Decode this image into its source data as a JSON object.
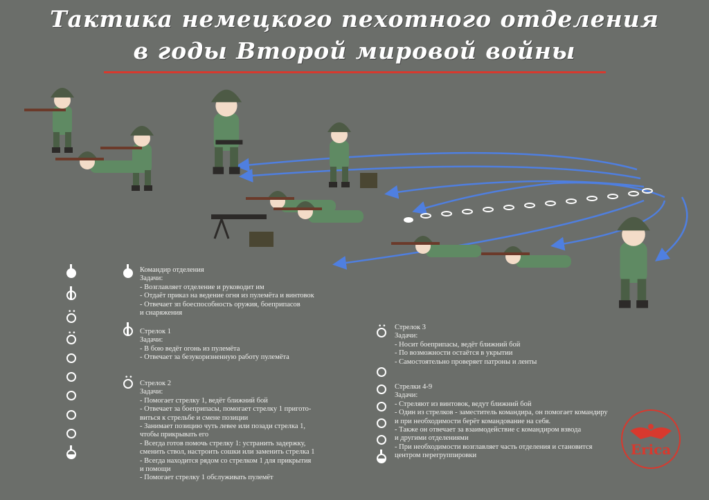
{
  "title": {
    "line1": "Тактика немецкого пехотного отделения",
    "line2": "в годы Второй мировой войны"
  },
  "colors": {
    "background": "#6b6e6a",
    "accent": "#d8392e",
    "arrow": "#4f7fe0",
    "uniform": "#5f8a63",
    "helmet": "#4d5a45"
  },
  "roles": [
    {
      "name": "Командир отделения",
      "tasks_label": "Задачи:",
      "lines": [
        "- Возглавляет отделение и руководит им",
        "- Отдаёт приказ на ведение огня из пулемёта и винтовок",
        "- Отвечает зп боеспособность оружия, боеприпасов",
        "и снаряжения"
      ]
    },
    {
      "name": "Стрелок 1",
      "tasks_label": "Задачи:",
      "lines": [
        "- В бою ведёт огонь из пулемёта",
        "- Отвечает за безукоризненную работу пулемёта"
      ]
    },
    {
      "name": "Стрелок 2",
      "tasks_label": "Задачи:",
      "lines": [
        "- Помогает стрелку 1, ведёт ближний бой",
        "- Отвечает за боеприпасы, помогает стрелку 1 пригото-",
        "виться к стрельбе и смене позиции",
        "- Занимает позицию чуть левее или позади стрелка 1,",
        "чтобы прикрывать его",
        "- Всегда готов помочь стрелку 1: устранить задержку,",
        "сменить ствол, настроить сошки или заменить стрелка 1",
        "- Всегда находится рядом со стрелком 1 для прикрытия",
        "и помощи",
        "- Помогает стрелку 1 обслуживать пулемёт"
      ]
    },
    {
      "name": "Стрелок 3",
      "tasks_label": "Задачи:",
      "lines": [
        "- Носит боеприпасы, ведёт ближний бой",
        "- По возможности остаётся в укрытии",
        "- Самостоятельно проверяет патроны и ленты"
      ]
    },
    {
      "name": "Стрелки 4-9",
      "tasks_label": "Задачи:",
      "lines": [
        "- Стреляют из винтовок, ведут ближний бой",
        "- Один из стрелков - заместитель командира, он помогает командиру",
        "и при необходимости берёт командование на себя.",
        "- Также он отвечает за взаимодействие с командиром взвода",
        "и другими отделениями",
        "- При необходимости возглавляет часть отделения и становится",
        "центром перегруппировки"
      ]
    }
  ],
  "stamp": {
    "text": "Erica"
  }
}
